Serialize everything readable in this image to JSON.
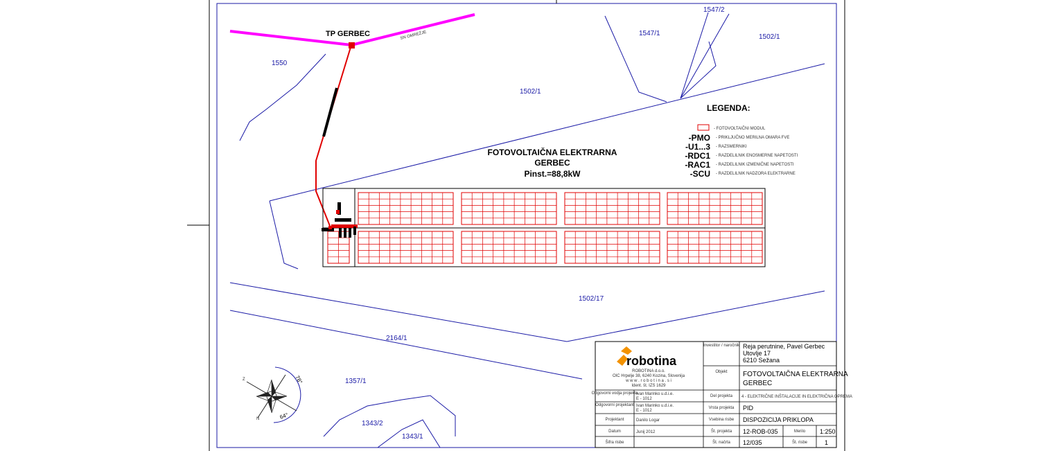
{
  "substation": {
    "label": "TP GERBEC",
    "cable_label": "SN OMREŽJE"
  },
  "plant": {
    "line1": "FOTOVOLTAIČNA ELEKTRARNA",
    "line2": "GERBEC",
    "power": "Pinst.=88,8kW"
  },
  "parcels": {
    "p1550": "1550",
    "p1547_1": "1547/1",
    "p1547_2": "1547/2",
    "p1502_1_a": "1502/1",
    "p1502_1_b": "1502/1",
    "p1502_17": "1502/17",
    "p2164_1": "2164/1",
    "p1357_1": "1357/1",
    "p1343_2": "1343/2",
    "p1343_1": "1343/1"
  },
  "legend": {
    "title": "LEGENDA:",
    "items": [
      {
        "code": "",
        "text": "- FOTOVOLTAIČNI MODUL"
      },
      {
        "code": "-PMO",
        "text": "- PRIKLJUČNO MERILNA OMARA FVE"
      },
      {
        "code": "-U1...3",
        "text": "- RAZSMERNIKI"
      },
      {
        "code": "-RDC1",
        "text": "- RAZDELILNIK ENOSMERNE NAPETOSTI"
      },
      {
        "code": "-RAC1",
        "text": "- RAZDELILNIK IZMENIČNE NAPETOSTI"
      },
      {
        "code": "-SCU",
        "text": "- RAZDELILNIK NADZORA ELEKTRARNE"
      }
    ]
  },
  "compass": {
    "angle1": "78°",
    "angle2": "64°"
  },
  "title_block": {
    "logo": "robotina",
    "company_line1": "ROBOTINA d.o.o.",
    "company_line2": "OIC Hrpelje 38, 6240 Kozina, Slovenija",
    "company_line3": "w w w . r o b o t i n a . s i",
    "company_line4": "Ident. št. IZS 1629",
    "investor_label": "Investitor / naročnik",
    "investor_l1": "Reja perutnine, Pavel Gerbec",
    "investor_l2": "Utovlje 17",
    "investor_l3": "6210 Sežana",
    "object_label": "Objekt",
    "object_l1": "FOTOVOLTAIČNA ELEKTRARNA",
    "object_l2": "GERBEC",
    "resp_designer_label": "Odgovorni vodja projekta",
    "resp_designer_l1": "Ivan Marinko u.d.i.e.",
    "resp_designer_l2": "E - 1012",
    "part_label": "Del projekta",
    "part_value": "4 - ELEKTRIČNE INŠTALACIJE IN ELEKTRIČNA OPREMA",
    "resp_planner_label": "Odgovorni projektant",
    "resp_planner_l1": "Ivan Marinko u.d.i.e.",
    "resp_planner_l2": "E - 1012",
    "type_label": "Vrsta projekta",
    "type_value": "PID",
    "drafter_label": "Projektant",
    "drafter_value": "Danilo Logar",
    "content_label": "Vsebina risbe",
    "content_value": "DISPOZICIJA PRIKLOPA",
    "date_label": "Datum",
    "date_value": "Junij 2012",
    "projno_label": "Št. projekta",
    "projno_value": "12-ROB-035",
    "scale_label": "Merilo",
    "scale_value": "1:250",
    "filing_label": "Šifra risbe",
    "drawno_label": "Št. načrta",
    "drawno_value": "12/035",
    "sheet_label": "Št. risbe",
    "sheet_value": "1"
  }
}
